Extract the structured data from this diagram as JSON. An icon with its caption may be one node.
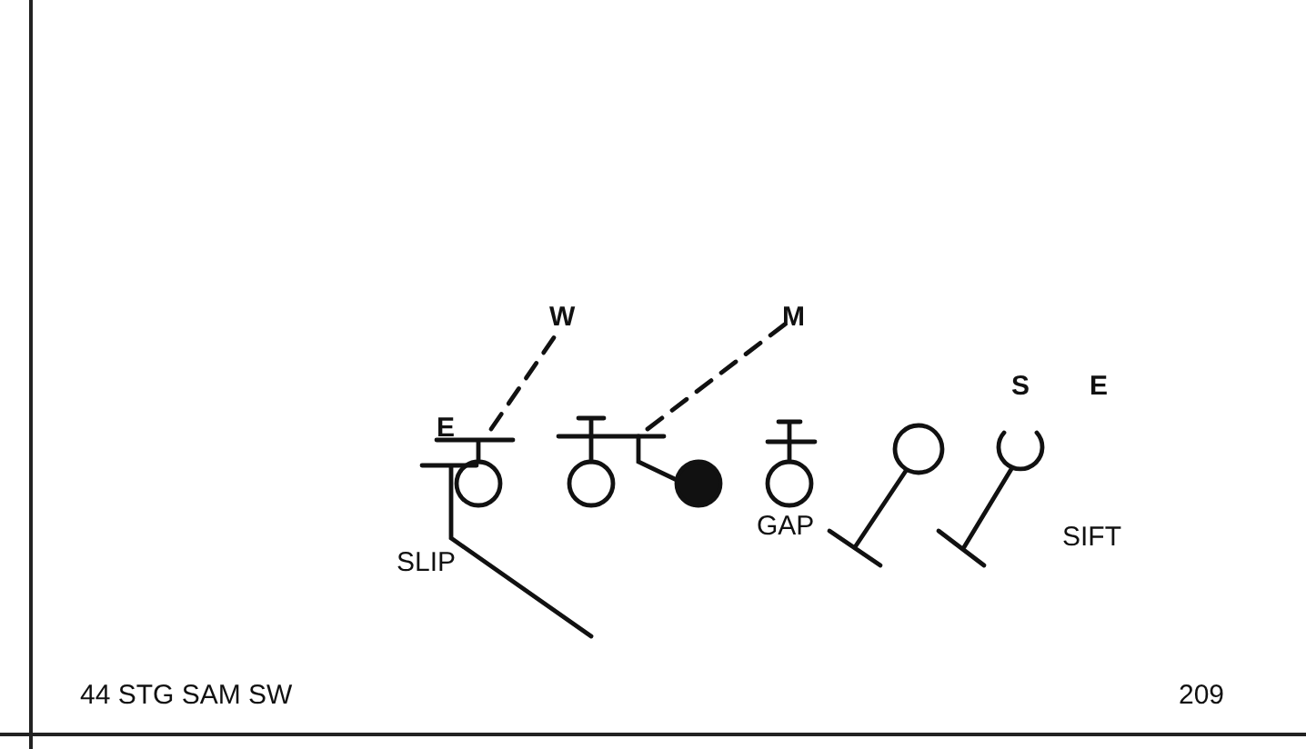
{
  "diagram": {
    "labels": [
      "W",
      "M",
      "E",
      "S",
      "E",
      "SLIP",
      "GAP",
      "SIFT",
      "44 STG SAM SW",
      "209"
    ]
  }
}
